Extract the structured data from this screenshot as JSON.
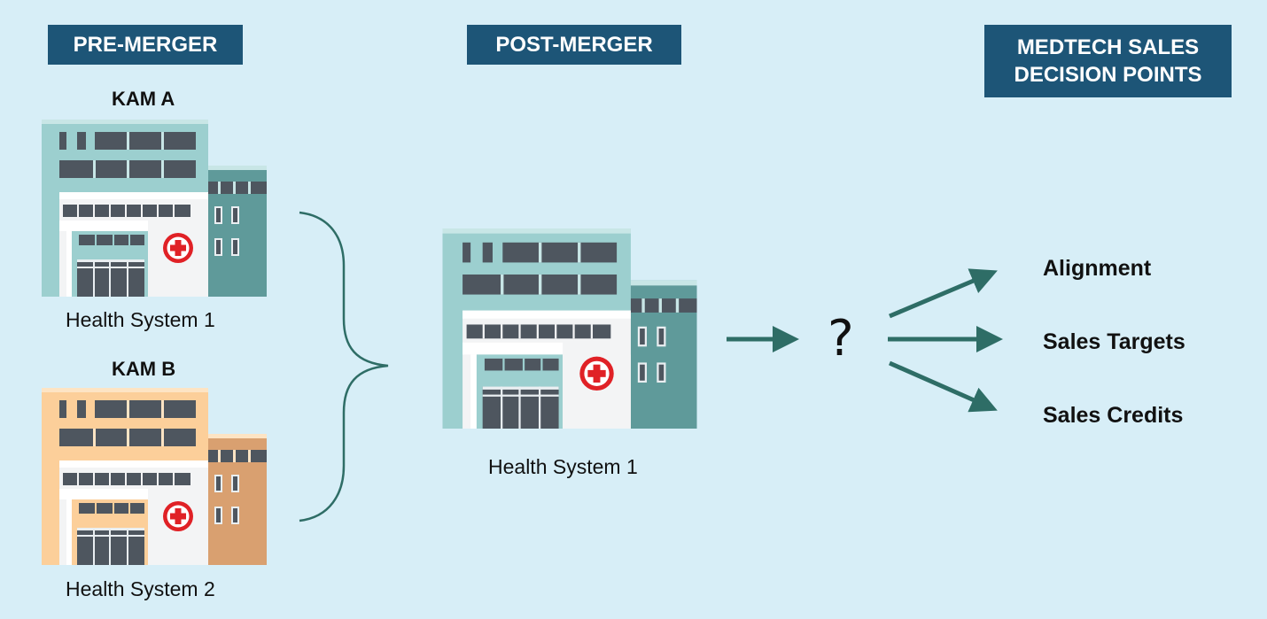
{
  "headers": {
    "pre_merger": "PRE-MERGER",
    "post_merger": "POST-MERGER",
    "decision_points": "MEDTECH SALES\nDECISION POINTS"
  },
  "pre_merger": {
    "kam_a": "KAM A",
    "kam_b": "KAM B",
    "system_1": "Health System 1",
    "system_2": "Health System 2"
  },
  "post_merger": {
    "system": "Health System 1"
  },
  "question": "?",
  "decisions": [
    "Alignment",
    "Sales Targets",
    "Sales Credits"
  ],
  "colors": {
    "header_bg": "#1d5577",
    "background": "#d7eef7",
    "teal_building": "#9ccfcf",
    "orange_building": "#fccf9a",
    "arrow": "#2e6d66",
    "cross": "#e02126"
  },
  "icons": [
    "hospital-building-icon",
    "curly-brace-icon",
    "arrow-right-icon",
    "question-mark-icon"
  ]
}
